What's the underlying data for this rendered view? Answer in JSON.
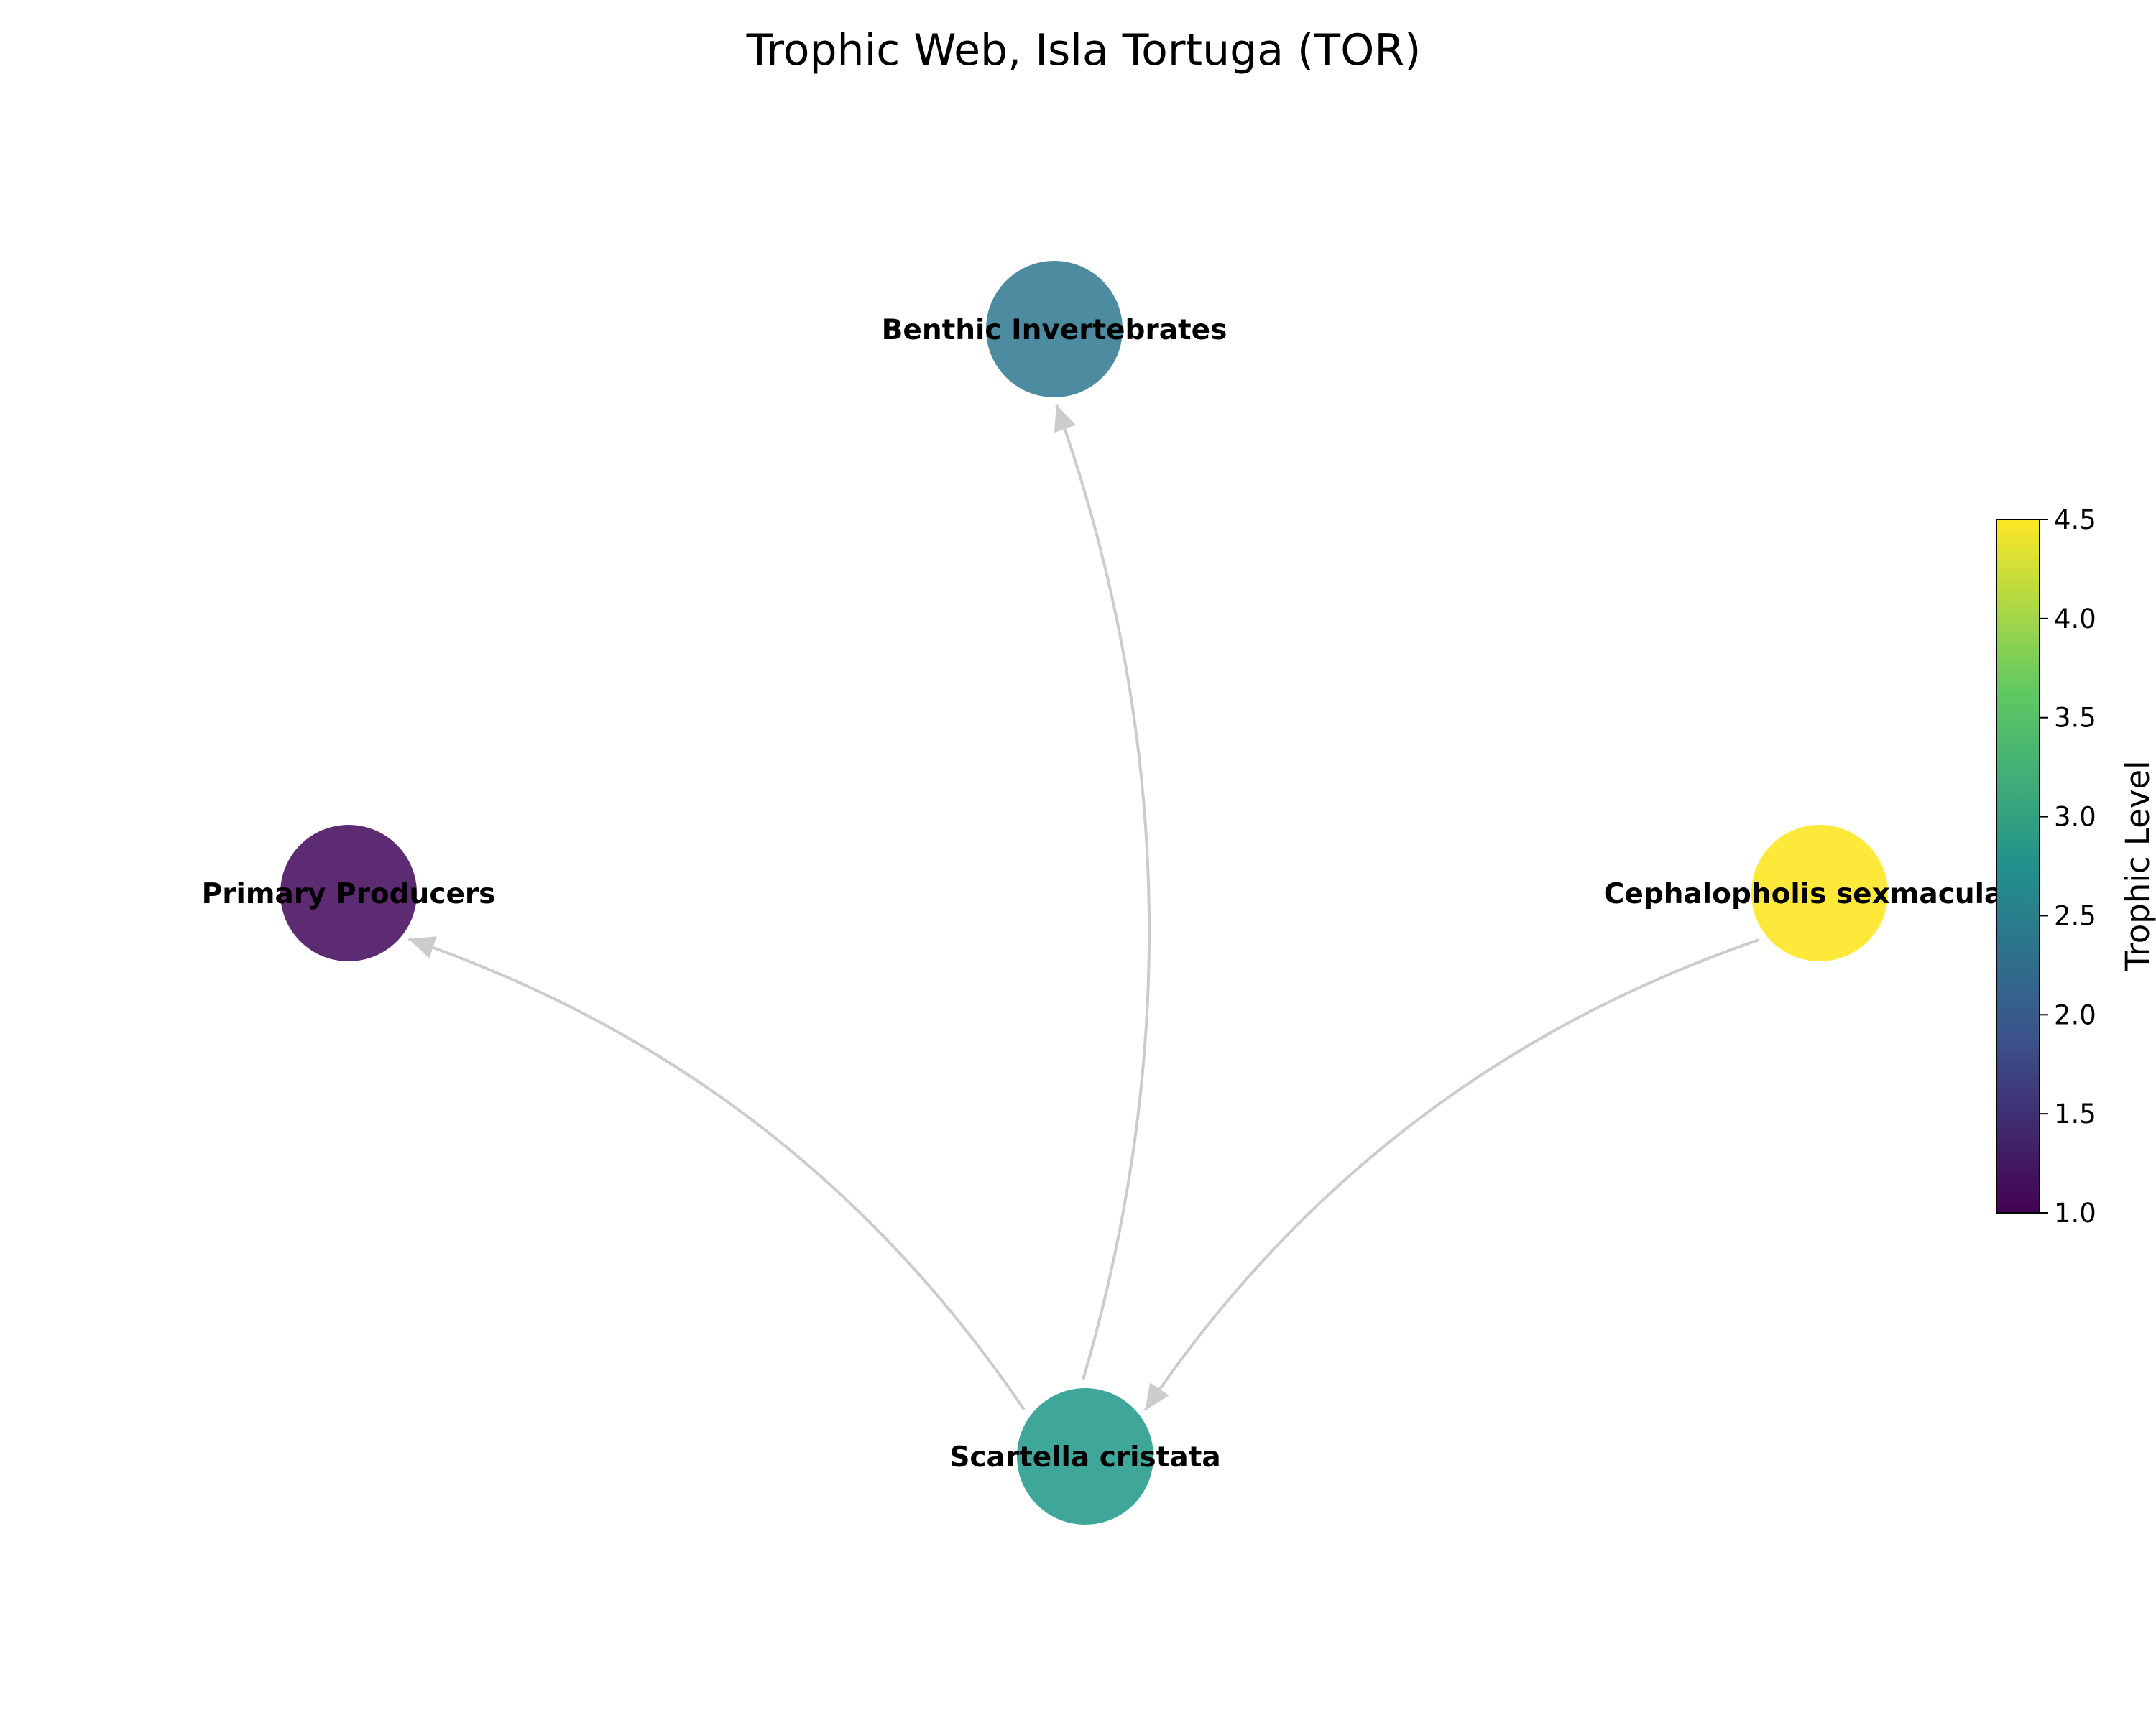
{
  "title": "Trophic Web, Isla Tortuga (TOR)",
  "nodes": [
    {
      "id": "benthic",
      "label": "Benthic Invertebrates",
      "trophic_level": 2.4,
      "color": "#3a7e96"
    },
    {
      "id": "producers",
      "label": "Primary Producers",
      "trophic_level": 1.2,
      "color": "#4b1462"
    },
    {
      "id": "cephalopholis",
      "label": "Cephalopholis sexmaculata",
      "trophic_level": 4.5,
      "color": "#fde725"
    },
    {
      "id": "scartella",
      "label": "Scartella cristata",
      "trophic_level": 3.0,
      "color": "#2a9d8f"
    }
  ],
  "edges": [
    {
      "from": "scartella",
      "to": "producers"
    },
    {
      "from": "scartella",
      "to": "benthic"
    },
    {
      "from": "cephalopholis",
      "to": "scartella"
    }
  ],
  "colorbar": {
    "label": "Trophic Level",
    "min": 1.0,
    "max": 4.5,
    "colormap": [
      "#440154",
      "#3b528b",
      "#21918c",
      "#5ec962",
      "#fde725"
    ],
    "ticks": [
      "1.0",
      "1.5",
      "2.0",
      "2.5",
      "3.0",
      "3.5",
      "4.0",
      "4.5"
    ]
  }
}
